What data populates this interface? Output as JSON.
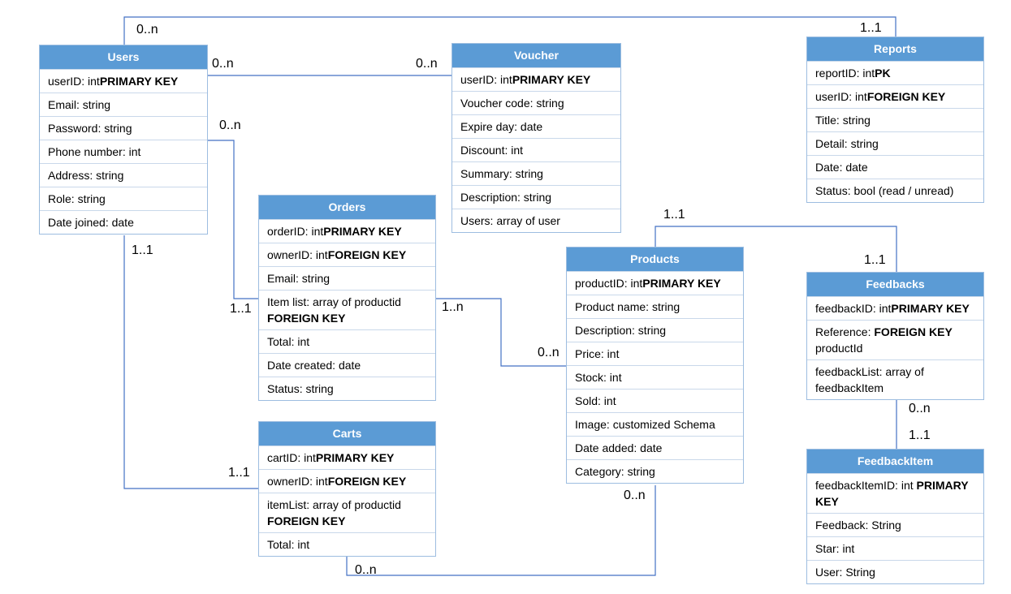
{
  "entities": {
    "users": {
      "title": "Users",
      "rows": [
        {
          "text": "userID: int ",
          "bold": "PRIMARY KEY"
        },
        {
          "text": "Email: string"
        },
        {
          "text": "Password: string"
        },
        {
          "text": "Phone number: int"
        },
        {
          "text": "Address: string"
        },
        {
          "text": "Role: string"
        },
        {
          "text": "Date joined: date"
        }
      ]
    },
    "voucher": {
      "title": "Voucher",
      "rows": [
        {
          "text": "userID: int ",
          "bold": "PRIMARY KEY"
        },
        {
          "text": "Voucher code: string"
        },
        {
          "text": "Expire day: date"
        },
        {
          "text": "Discount: int"
        },
        {
          "text": "Summary: string"
        },
        {
          "text": "Description: string"
        },
        {
          "text": "Users: array of user"
        }
      ]
    },
    "reports": {
      "title": "Reports",
      "rows": [
        {
          "text": "reportID: int ",
          "bold": "PK"
        },
        {
          "text": "userID: int ",
          "bold": "FOREIGN KEY"
        },
        {
          "text": "Title: string"
        },
        {
          "text": "Detail: string"
        },
        {
          "text": "Date: date"
        },
        {
          "text": "Status: bool (read / unread)"
        }
      ]
    },
    "orders": {
      "title": "Orders",
      "rows": [
        {
          "text": "orderID: int ",
          "bold": "PRIMARY KEY"
        },
        {
          "text": "ownerID: int ",
          "bold": "FOREIGN KEY"
        },
        {
          "text": "Email: string"
        },
        {
          "text": "Item list: array of productid",
          "bold_line2": "FOREIGN KEY"
        },
        {
          "text": "Total: int"
        },
        {
          "text": "Date created: date"
        },
        {
          "text": "Status: string"
        }
      ]
    },
    "products": {
      "title": "Products",
      "rows": [
        {
          "text": "productID: int ",
          "bold": "PRIMARY KEY"
        },
        {
          "text": "Product name: string"
        },
        {
          "text": "Description: string"
        },
        {
          "text": "Price: int"
        },
        {
          "text": "Stock: int"
        },
        {
          "text": "Sold: int"
        },
        {
          "text": "Image: customized Schema"
        },
        {
          "text": "Date added: date"
        },
        {
          "text": "Category: string"
        }
      ]
    },
    "feedbacks": {
      "title": "Feedbacks",
      "rows": [
        {
          "text": "feedbackID: int ",
          "bold": "PRIMARY KEY"
        },
        {
          "text": "Reference: ",
          "bold": "FOREIGN KEY",
          "line2": "productId"
        },
        {
          "text": "feedbackList: array of",
          "line2": "feedbackItem"
        }
      ]
    },
    "carts": {
      "title": "Carts",
      "rows": [
        {
          "text": "cartID: int ",
          "bold": "PRIMARY KEY"
        },
        {
          "text": "ownerID: int ",
          "bold": "FOREIGN KEY"
        },
        {
          "text": "itemList: array of productid",
          "bold_line2": "FOREIGN KEY"
        },
        {
          "text": "Total: int"
        }
      ]
    },
    "feedbackitem": {
      "title": "FeedbackItem",
      "rows": [
        {
          "text": "feedbackItemID: int ",
          "bold": "PRIMARY",
          "bold_line2": "KEY"
        },
        {
          "text": "Feedback: String"
        },
        {
          "text": "Star: int"
        },
        {
          "text": "User: String"
        }
      ]
    }
  },
  "multiplicities": {
    "users_reports_users": "0..n",
    "users_reports_reports": "1..1",
    "users_voucher_users": "0..n",
    "users_voucher_voucher": "0..n",
    "users_orders_users": "0..n",
    "users_orders_orders": "1..1",
    "users_carts_users": "1..1",
    "users_carts_carts": "1..1",
    "orders_products_orders": "1..n",
    "orders_products_products": "0..n",
    "products_feedbacks_products": "1..1",
    "products_feedbacks_feedbacks": "1..1",
    "feedbacks_item_feedbacks": "0..n",
    "feedbacks_item_item": "1..1",
    "carts_products_products": "0..n",
    "carts_products_carts": "0..n"
  },
  "colors": {
    "header": "#5b9bd5",
    "line": "#4472c4",
    "border": "#9dbde0"
  }
}
